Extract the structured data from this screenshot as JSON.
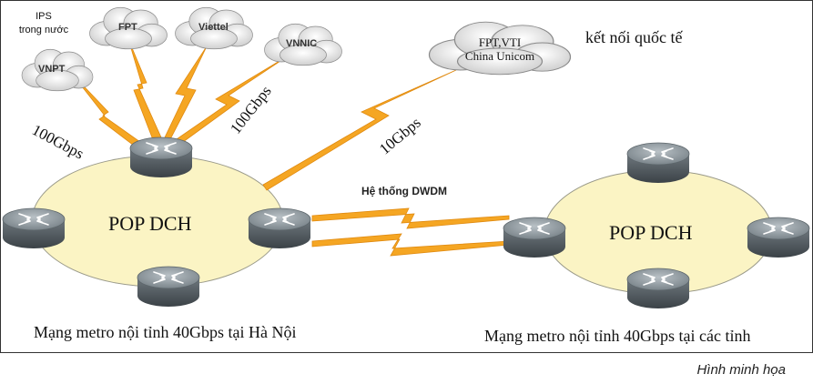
{
  "diagram": {
    "ips_domestic_label": "IPS\ntrong nước",
    "isps": [
      "VNPT",
      "FPT",
      "Viettel",
      "VNNIC"
    ],
    "intl_cloud": "FPT,VTI\nChina Unicom",
    "intl_title": "kết nối quốc tế",
    "link_left_1": "100Gbps",
    "link_left_2": "100Gbps",
    "link_intl": "10Gbps",
    "dwdm_label": "Hệ thống DWDM",
    "pop_left": "POP DCH",
    "pop_right": "POP DCH",
    "metro_left": "Mạng metro nội tỉnh 40Gbps tại Hà Nội",
    "metro_right": "Mạng metro nội tỉnh 40Gbps tại các tỉnh"
  },
  "caption": "Hình minh họa",
  "colors": {
    "ring_fill": "#fbf4c4",
    "lightning": "#f5a623",
    "router_top": "#8a9399",
    "router_side": "#4a5258"
  }
}
